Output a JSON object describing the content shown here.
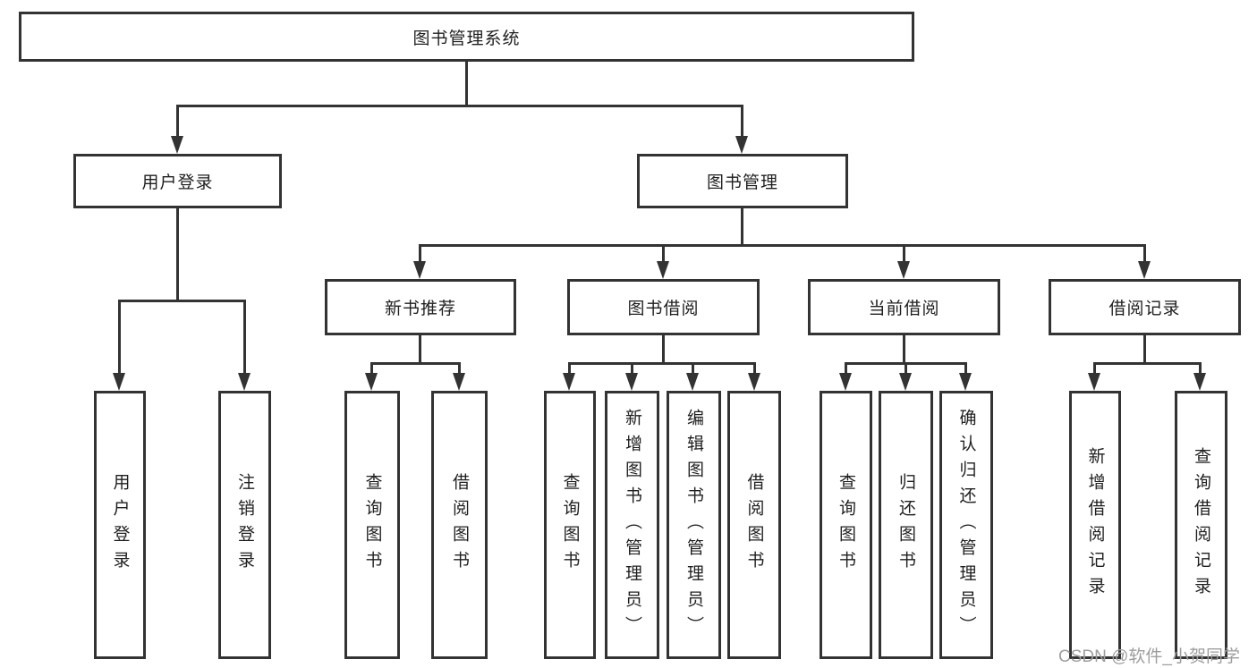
{
  "diagram": {
    "title": "图书管理系统",
    "watermark": "CSDN @软件_小贺同学",
    "colors": {
      "line": "#333333",
      "box_fill": "#ffffff",
      "text": "#1f1f1f",
      "watermark": "#9e9e9e",
      "background": "#ffffff"
    },
    "tree": {
      "label": "图书管理系统",
      "children": [
        {
          "label": "用户登录",
          "children": [
            {
              "label": "用户登录"
            },
            {
              "label": "注销登录"
            }
          ]
        },
        {
          "label": "图书管理",
          "children": [
            {
              "label": "新书推荐",
              "children": [
                {
                  "label": "查询图书"
                },
                {
                  "label": "借阅图书"
                }
              ]
            },
            {
              "label": "图书借阅",
              "children": [
                {
                  "label": "查询图书"
                },
                {
                  "label": "新增图书（管理员）"
                },
                {
                  "label": "编辑图书（管理员）"
                },
                {
                  "label": "借阅图书"
                }
              ]
            },
            {
              "label": "当前借阅",
              "children": [
                {
                  "label": "查询图书"
                },
                {
                  "label": "归还图书"
                },
                {
                  "label": "确认归还（管理员）"
                }
              ]
            },
            {
              "label": "借阅记录",
              "children": [
                {
                  "label": "新增借阅记录"
                },
                {
                  "label": "查询借阅记录"
                }
              ]
            }
          ]
        }
      ]
    }
  }
}
